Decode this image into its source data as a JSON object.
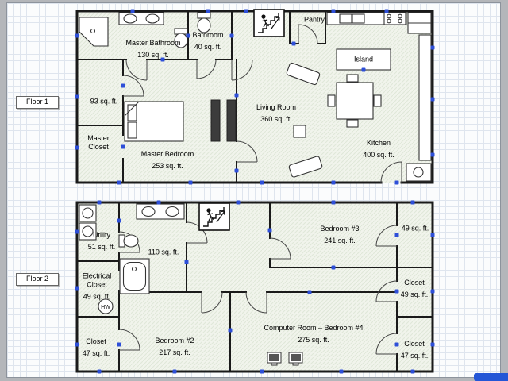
{
  "app": {
    "accent_color": "#2e4fd8",
    "wall_color": "#1a1a1a",
    "room_fill_color": "#f1f4ec",
    "grid_color": "#dfe5ee",
    "frame_color": "#b4b6ba",
    "watermark_color": "#2456d6"
  },
  "floors": [
    {
      "label": "Floor 1",
      "rooms": [
        {
          "name": "Master Bathroom",
          "area": "130 sq. ft."
        },
        {
          "name": "Bathroom",
          "area": "40 sq. ft."
        },
        {
          "name": "Pantry",
          "area": ""
        },
        {
          "name": "Island",
          "area": ""
        },
        {
          "name": "Living Room",
          "area": "360 sq. ft."
        },
        {
          "name": "Kitchen",
          "area": "400 sq. ft."
        },
        {
          "name": "",
          "area": "93 sq. ft."
        },
        {
          "name": "Master Closet",
          "area": ""
        },
        {
          "name": "Master Bedroom",
          "area": "253 sq. ft."
        }
      ]
    },
    {
      "label": "Floor 2",
      "hw_label": "HW",
      "rooms": [
        {
          "name": "Utility",
          "area": "51 sq. ft."
        },
        {
          "name": "",
          "area": "110 sq. ft."
        },
        {
          "name": "Bedroom #3",
          "area": "241 sq. ft."
        },
        {
          "name": "",
          "area": "49 sq. ft."
        },
        {
          "name": "Electrical Closet",
          "area": "49 sq. ft."
        },
        {
          "name": "Closet",
          "area": "49 sq. ft."
        },
        {
          "name": "Closet",
          "area": "47 sq. ft."
        },
        {
          "name": "Bedroom #2",
          "area": "217 sq. ft."
        },
        {
          "name": "Computer Room – Bedroom #4",
          "area": "275 sq. ft."
        },
        {
          "name": "Closet",
          "area": "47 sq. ft."
        }
      ]
    }
  ]
}
